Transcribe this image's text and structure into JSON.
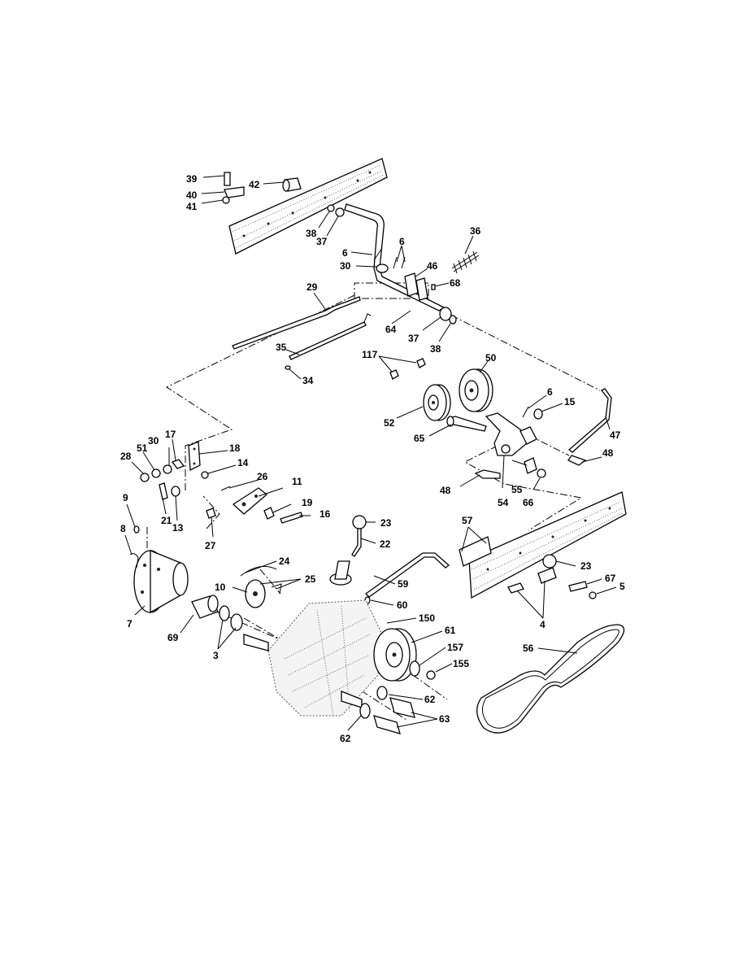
{
  "callouts": [
    {
      "id": "39",
      "text": "39"
    },
    {
      "id": "42",
      "text": "42"
    },
    {
      "id": "40",
      "text": "40"
    },
    {
      "id": "41",
      "text": "41"
    },
    {
      "id": "38a",
      "text": "38"
    },
    {
      "id": "37a",
      "text": "37"
    },
    {
      "id": "36",
      "text": "36"
    },
    {
      "id": "6a",
      "text": "6"
    },
    {
      "id": "6b",
      "text": "6"
    },
    {
      "id": "30a",
      "text": "30"
    },
    {
      "id": "46",
      "text": "46"
    },
    {
      "id": "68",
      "text": "68"
    },
    {
      "id": "29",
      "text": "29"
    },
    {
      "id": "64",
      "text": "64"
    },
    {
      "id": "37b",
      "text": "37"
    },
    {
      "id": "38b",
      "text": "38"
    },
    {
      "id": "35",
      "text": "35"
    },
    {
      "id": "34",
      "text": "34"
    },
    {
      "id": "117",
      "text": "117"
    },
    {
      "id": "50",
      "text": "50"
    },
    {
      "id": "6c",
      "text": "6"
    },
    {
      "id": "15",
      "text": "15"
    },
    {
      "id": "47",
      "text": "47"
    },
    {
      "id": "52",
      "text": "52"
    },
    {
      "id": "65",
      "text": "65"
    },
    {
      "id": "48a",
      "text": "48"
    },
    {
      "id": "17",
      "text": "17"
    },
    {
      "id": "30b",
      "text": "30"
    },
    {
      "id": "18",
      "text": "18"
    },
    {
      "id": "28",
      "text": "28"
    },
    {
      "id": "51",
      "text": "51"
    },
    {
      "id": "14",
      "text": "14"
    },
    {
      "id": "26",
      "text": "26"
    },
    {
      "id": "11",
      "text": "11"
    },
    {
      "id": "48b",
      "text": "48"
    },
    {
      "id": "55",
      "text": "55"
    },
    {
      "id": "54",
      "text": "54"
    },
    {
      "id": "66",
      "text": "66"
    },
    {
      "id": "21",
      "text": "21"
    },
    {
      "id": "13",
      "text": "13"
    },
    {
      "id": "19",
      "text": "19"
    },
    {
      "id": "16",
      "text": "16"
    },
    {
      "id": "9",
      "text": "9"
    },
    {
      "id": "27",
      "text": "27"
    },
    {
      "id": "23a",
      "text": "23"
    },
    {
      "id": "57",
      "text": "57"
    },
    {
      "id": "8",
      "text": "8"
    },
    {
      "id": "22",
      "text": "22"
    },
    {
      "id": "24",
      "text": "24"
    },
    {
      "id": "23b",
      "text": "23"
    },
    {
      "id": "25",
      "text": "25"
    },
    {
      "id": "67",
      "text": "67"
    },
    {
      "id": "10",
      "text": "10"
    },
    {
      "id": "59",
      "text": "59"
    },
    {
      "id": "5",
      "text": "5"
    },
    {
      "id": "60",
      "text": "60"
    },
    {
      "id": "7",
      "text": "7"
    },
    {
      "id": "69",
      "text": "69"
    },
    {
      "id": "4",
      "text": "4"
    },
    {
      "id": "150",
      "text": "150"
    },
    {
      "id": "61",
      "text": "61"
    },
    {
      "id": "56",
      "text": "56"
    },
    {
      "id": "3",
      "text": "3"
    },
    {
      "id": "157",
      "text": "157"
    },
    {
      "id": "155",
      "text": "155"
    },
    {
      "id": "62a",
      "text": "62"
    },
    {
      "id": "63",
      "text": "63"
    },
    {
      "id": "62b",
      "text": "62"
    }
  ]
}
